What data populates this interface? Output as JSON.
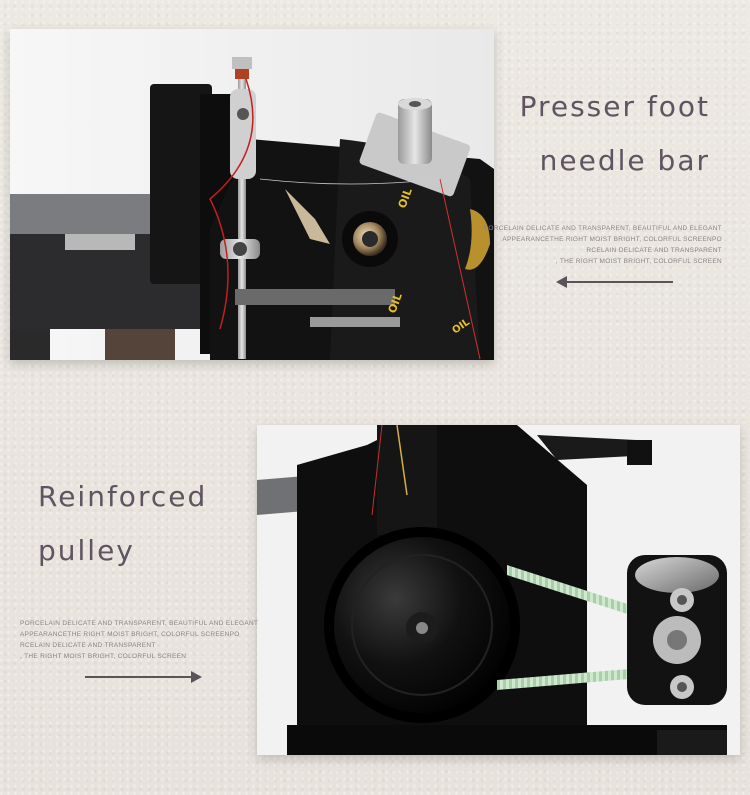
{
  "section_top": {
    "heading_lines": [
      "Presser foot",
      "needle bar"
    ],
    "fine_lines": [
      "PORCELAIN DELICATE AND TRANSPARENT, BEAUTIFUL AND ELEGANT",
      "APPEARANCETHE RIGHT MOIST BRIGHT, COLORFUL SCREENPO",
      "RCELAIN DELICATE AND TRANSPARENT",
      ", THE RIGHT MOIST BRIGHT, COLORFUL SCREEN"
    ],
    "arrow_direction": "left"
  },
  "section_bottom": {
    "heading_lines": [
      "Reinforced",
      "pulley"
    ],
    "fine_lines": [
      "PORCELAIN DELICATE AND TRANSPARENT, BEAUTIFUL AND ELEGANT",
      "APPEARANCETHE RIGHT MOIST BRIGHT, COLORFUL SCREENPO",
      "RCELAIN DELICATE AND TRANSPARENT",
      ", THE RIGHT MOIST BRIGHT, COLORFUL SCREEN"
    ],
    "arrow_direction": "right"
  },
  "photo_labels": {
    "oil_1": "OIL",
    "oil_2": "OIL",
    "oil_3": "OIL"
  },
  "colors": {
    "background": "#ebe7e1",
    "heading": "#5e5560",
    "fine_text": "#8a8288",
    "machine_black": "#111111",
    "belt": "#cfe8cf"
  }
}
